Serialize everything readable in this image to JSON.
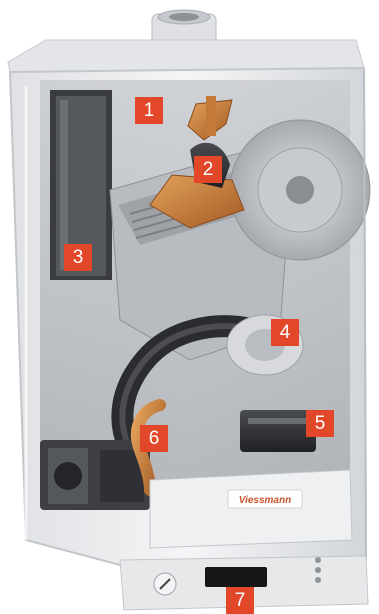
{
  "callouts": [
    "1",
    "2",
    "3",
    "4",
    "5",
    "6",
    "7"
  ],
  "colors": {
    "callout_bg": "#e2472a",
    "callout_text": "#ffffff",
    "casing": "#e9eaec",
    "copper": "#c8783a"
  },
  "logo_text": "Viessmann"
}
